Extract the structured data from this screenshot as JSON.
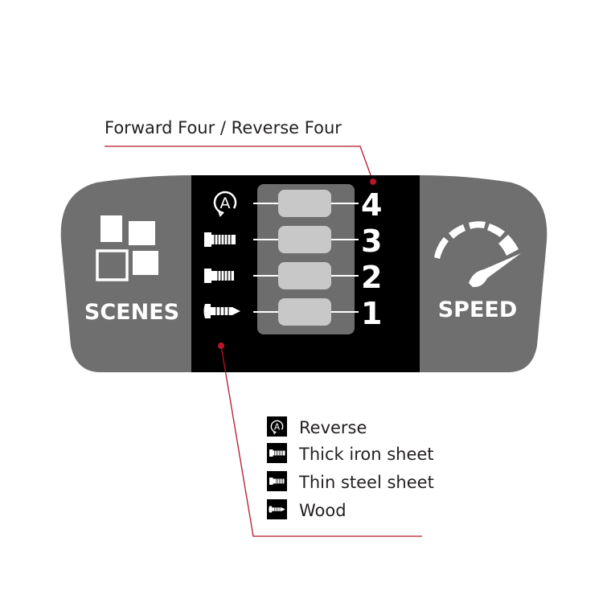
{
  "callouts": {
    "top": "Forward Four / Reverse Four"
  },
  "panel": {
    "left_button": "SCENES",
    "right_button": "SPEED",
    "levels": [
      "4",
      "3",
      "2",
      "1"
    ]
  },
  "legend": [
    {
      "icon": "reverse-a-icon",
      "label": "Reverse"
    },
    {
      "icon": "long-bolt-icon",
      "label": "Thick iron sheet"
    },
    {
      "icon": "short-bolt-icon",
      "label": "Thin steel sheet"
    },
    {
      "icon": "wood-screw-icon",
      "label": "Wood"
    }
  ],
  "colors": {
    "panel_gray": "#6f6f6f",
    "display_black": "#000000",
    "accent_red": "#b5162b",
    "slot": "#c8c8c8",
    "slot_bg": "#6d6d6d"
  }
}
